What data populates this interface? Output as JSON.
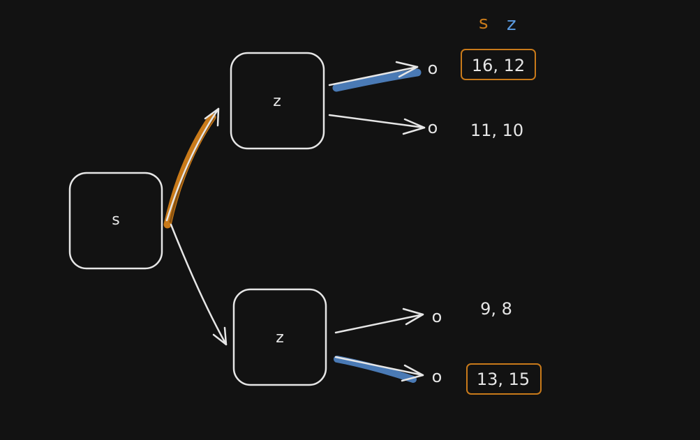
{
  "colors": {
    "background": "#121212",
    "stroke": "#e6e6e6",
    "player_s": "#c97a1a",
    "player_z": "#4a7ab5",
    "player_z_text": "#5b9be0"
  },
  "legend": {
    "player_s": "s",
    "player_z": "z"
  },
  "nodes": {
    "root": "s",
    "upper": "z",
    "lower": "z"
  },
  "leaves": {
    "marker": "o",
    "upper_top": "16, 12",
    "upper_bottom": "11, 10",
    "lower_top": "9, 8",
    "lower_bottom": "13, 15"
  },
  "highlights": {
    "root_choice": "upper",
    "upper_choice": "upper_top",
    "lower_choice": "lower_bottom",
    "outcome_boxes": [
      "upper_top",
      "lower_bottom"
    ]
  }
}
